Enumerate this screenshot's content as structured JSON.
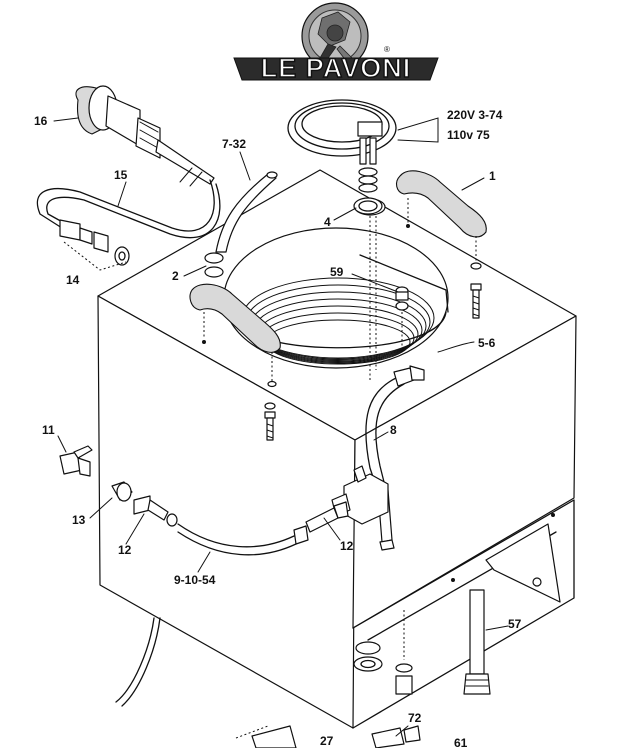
{
  "brand": {
    "name": "LE PAVONI",
    "registered_mark": "®"
  },
  "voltage_note": {
    "line1": "220V 3-74",
    "line2": "110v 75"
  },
  "callouts": {
    "c1": "1",
    "c2": "2",
    "c4": "4",
    "c5_6": "5-6",
    "c7_32": "7-32",
    "c8": "8",
    "c9_10_54": "9-10-54",
    "c11": "11",
    "c12_left": "12",
    "c12_right": "12",
    "c13": "13",
    "c14": "14",
    "c15": "15",
    "c16": "16",
    "c27": "27",
    "c57": "57",
    "c59": "59",
    "c61": "61",
    "c72": "72"
  },
  "icons": {
    "logo": "gear-with-portafilter-emblem",
    "heating_element": "coiled-heating-element-icon"
  },
  "colors": {
    "line": "#111111",
    "fill": "#ffffff",
    "shade": "#d9d9d9",
    "logo_grey": "#9a9a9a"
  }
}
